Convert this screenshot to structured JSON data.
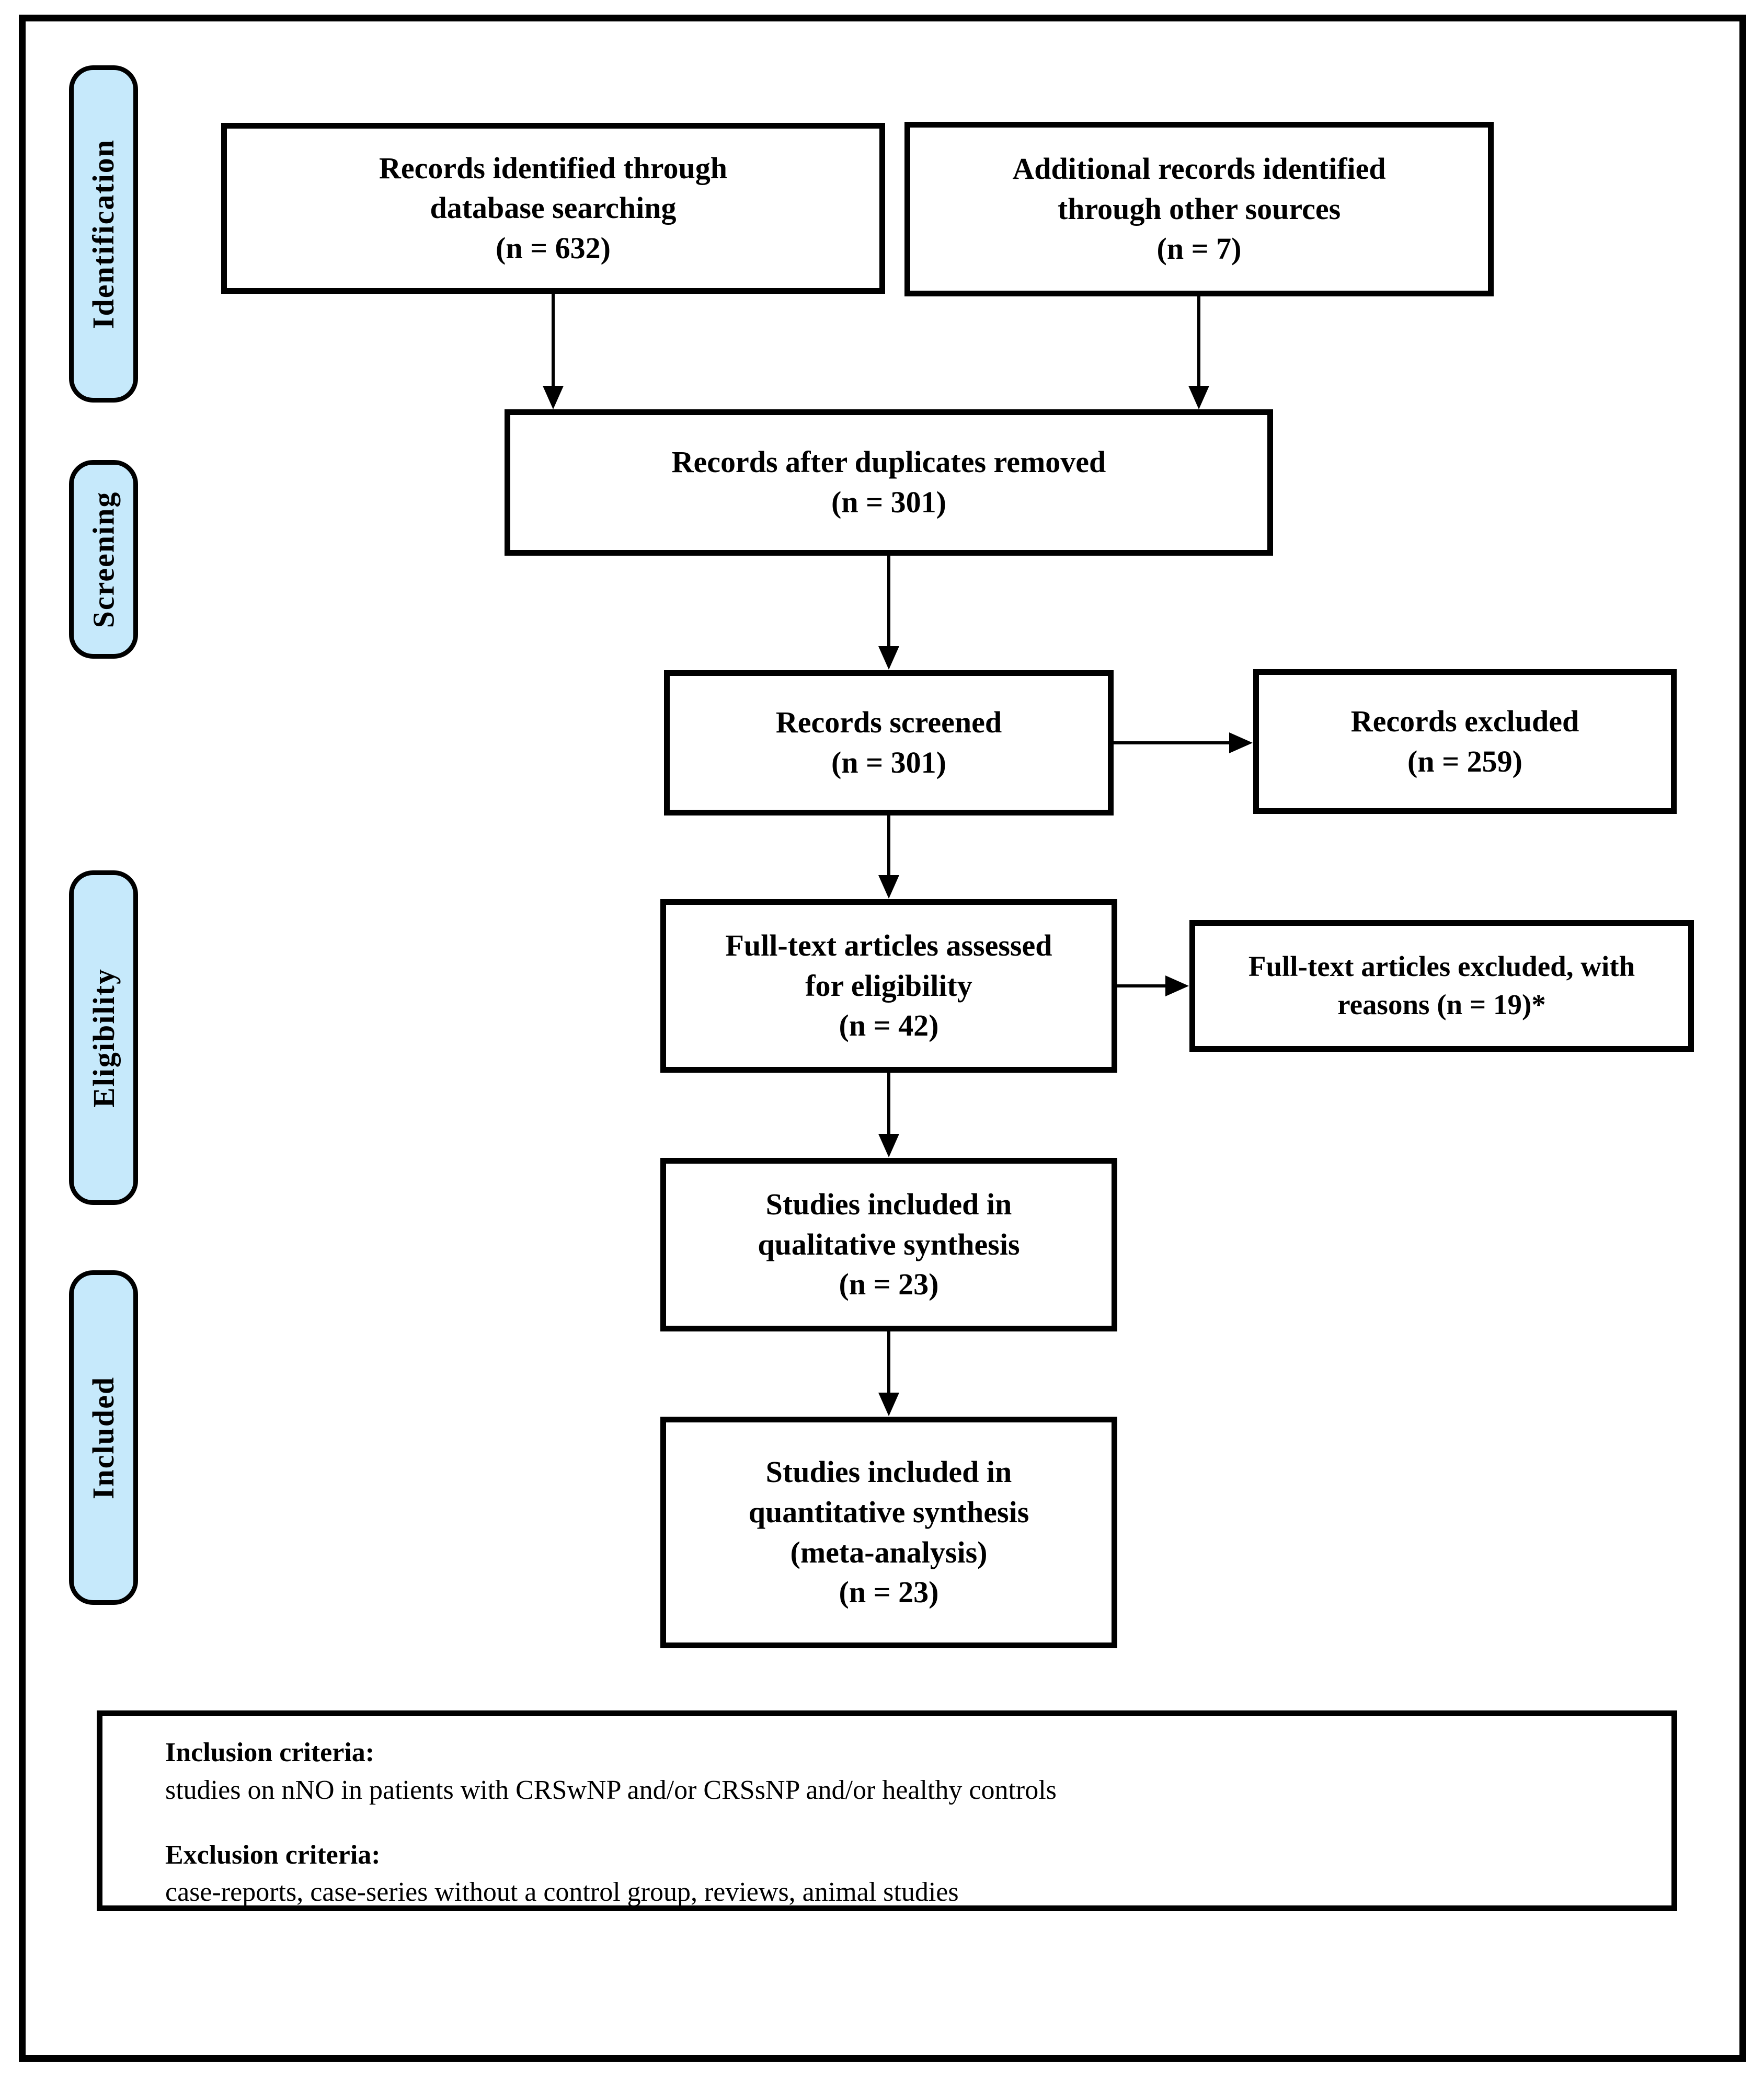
{
  "stages": [
    {
      "label": "Identification"
    },
    {
      "label": "Screening"
    },
    {
      "label": "Eligibility"
    },
    {
      "label": "Included"
    }
  ],
  "boxes": {
    "records_identified": {
      "lines": [
        "Records identified through",
        "database searching",
        "(n = 632)"
      ]
    },
    "additional_records": {
      "lines": [
        "Additional records identified",
        "through other sources",
        "(n = 7)"
      ]
    },
    "duplicates_removed": {
      "lines": [
        "Records after duplicates removed",
        "(n = 301)"
      ]
    },
    "records_screened": {
      "lines": [
        "Records screened",
        "(n = 301)"
      ]
    },
    "records_excluded": {
      "lines": [
        "Records excluded",
        "(n = 259)"
      ]
    },
    "fulltext_assessed": {
      "lines": [
        "Full-text articles assessed",
        "for eligibility",
        "(n = 42)"
      ]
    },
    "fulltext_excluded": {
      "lines": [
        "Full-text articles excluded, with",
        "reasons (n = 19)*"
      ]
    },
    "qualitative_synthesis": {
      "lines": [
        "Studies included in",
        "qualitative synthesis",
        "(n = 23)"
      ]
    },
    "quantitative_synthesis": {
      "lines": [
        "Studies included in",
        "quantitative synthesis",
        "(meta-analysis)",
        "(n = 23)"
      ]
    }
  },
  "criteria": {
    "inclusion_heading": "Inclusion criteria:",
    "inclusion_body": "studies on nNO in patients with CRSwNP and/or CRSsNP and/or healthy controls",
    "exclusion_heading": "Exclusion criteria:",
    "exclusion_body": "case-reports, case-series without a control group, reviews, animal studies"
  },
  "colors": {
    "stage_fill": "#c6e9fb",
    "line": "#000000",
    "background": "#ffffff"
  }
}
